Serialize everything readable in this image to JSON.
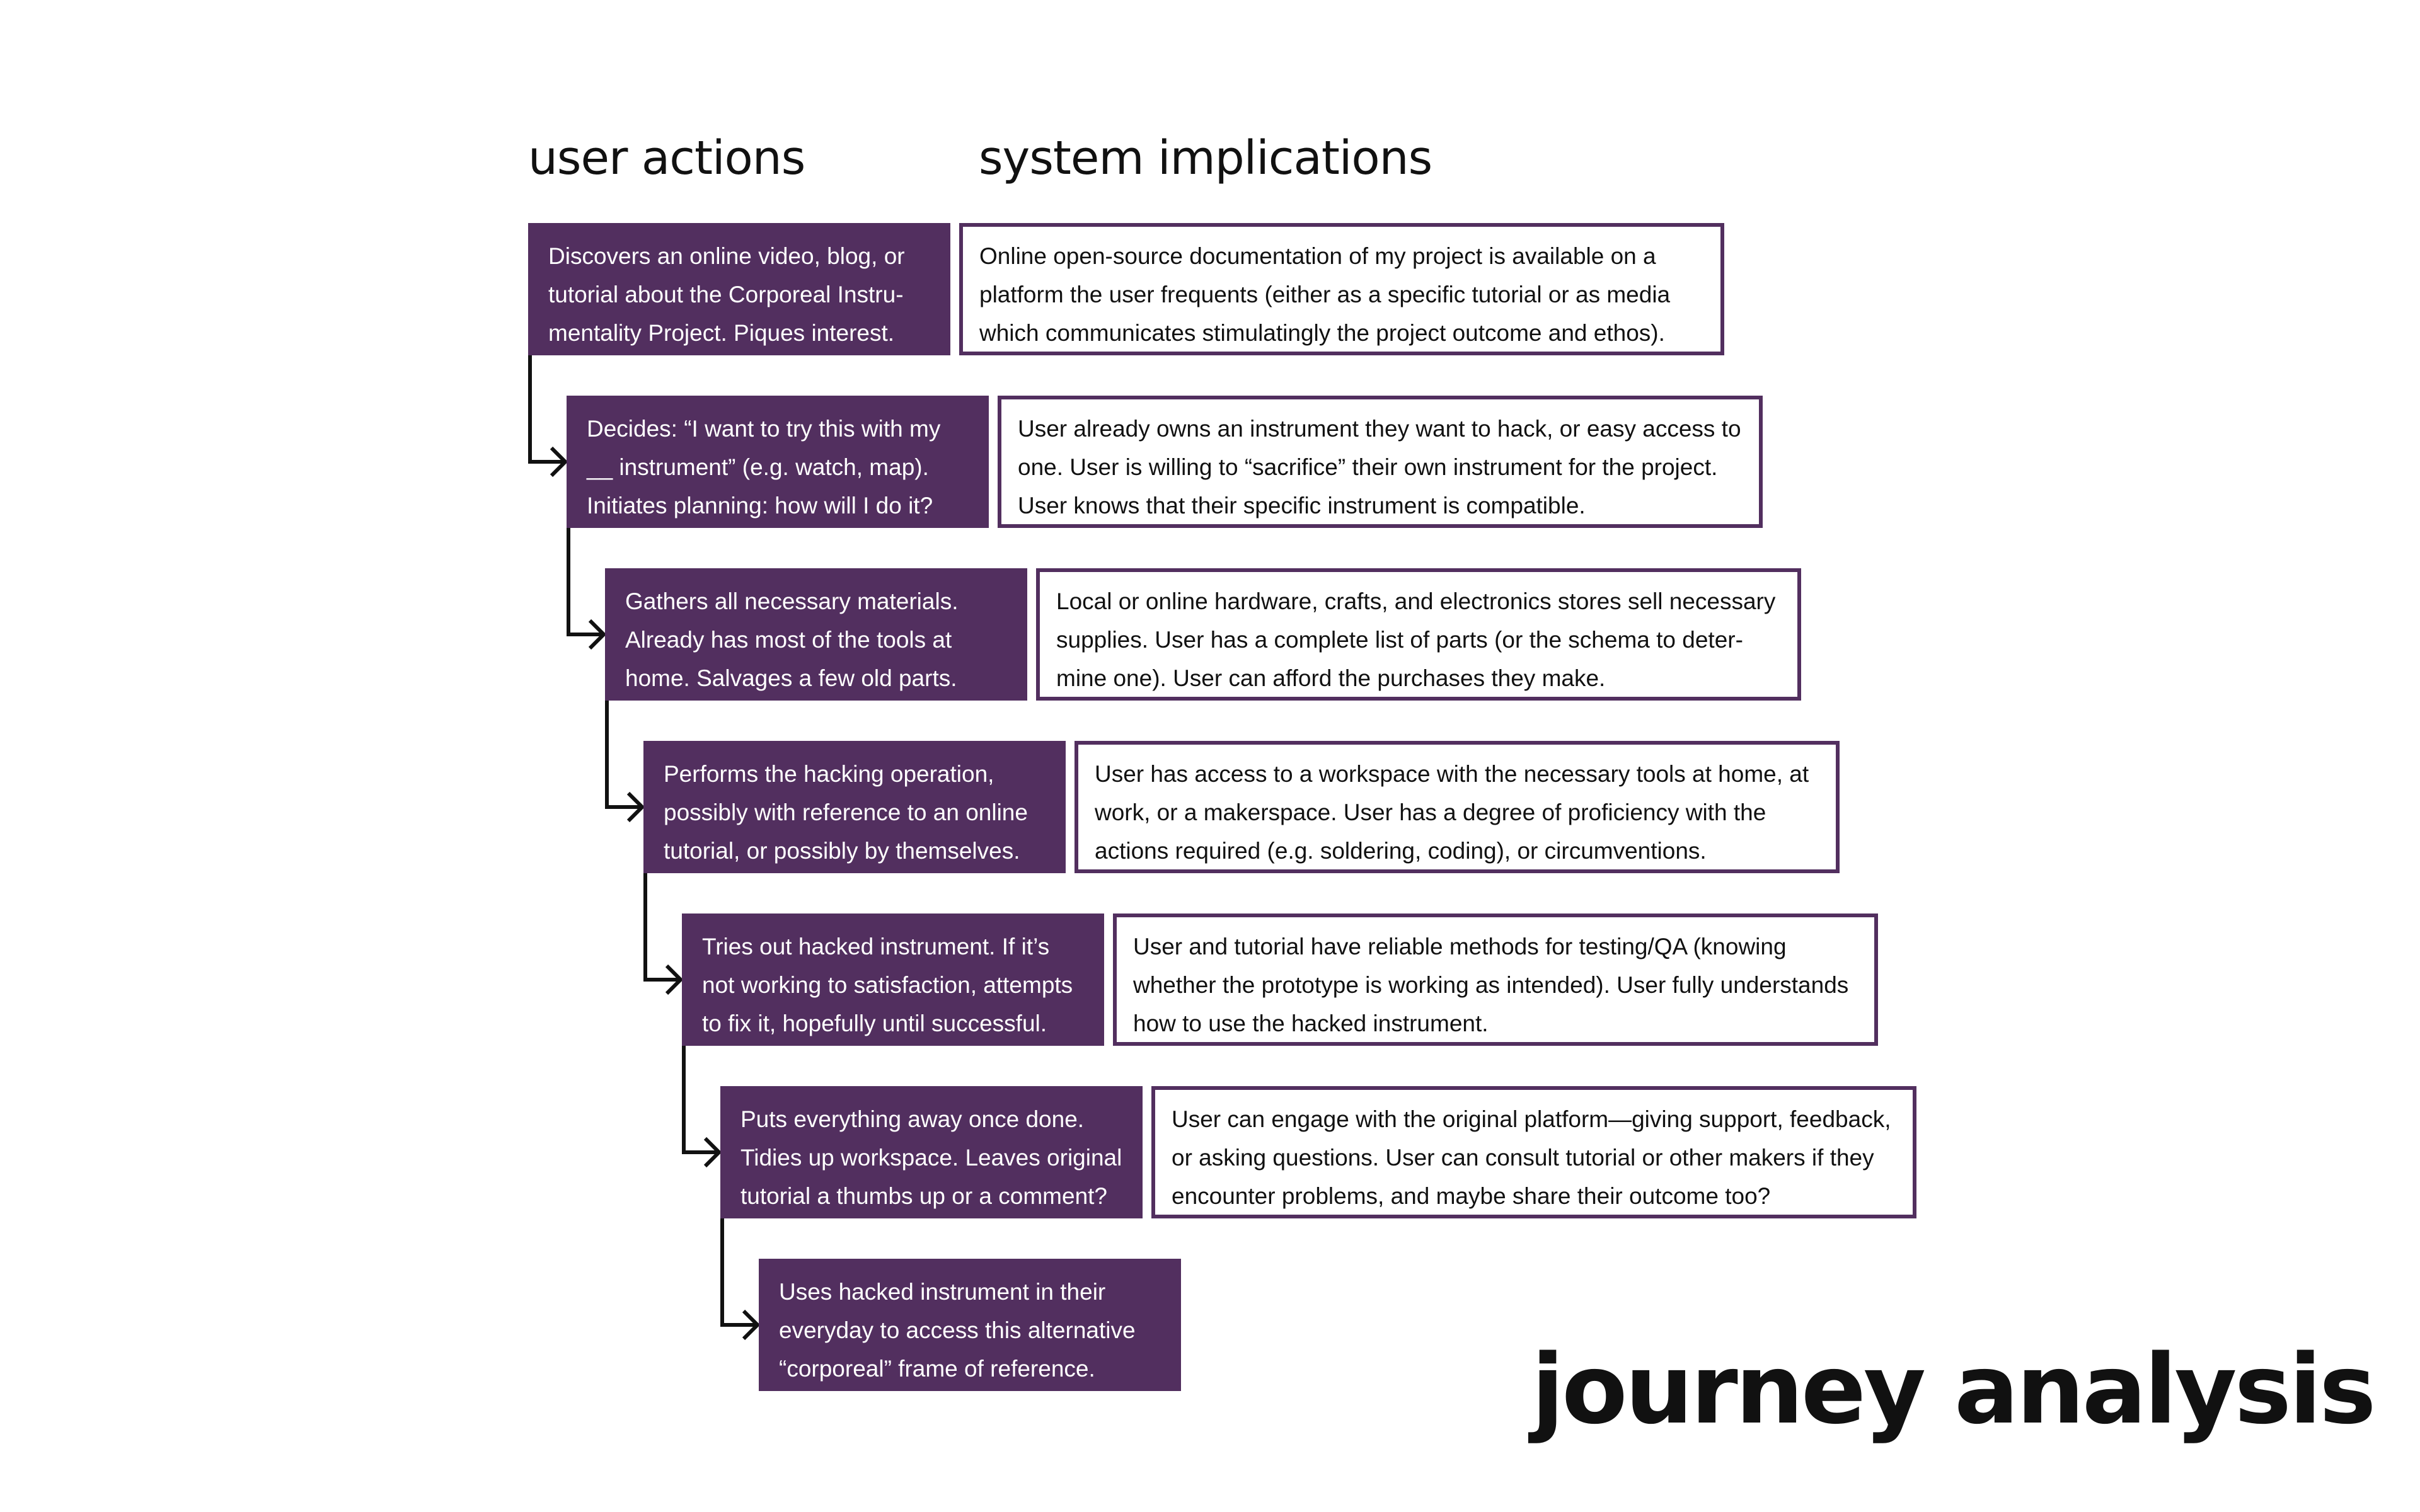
{
  "headings": {
    "user_actions": "user actions",
    "system_implications": "system implications"
  },
  "title": "journey analysis",
  "colors": {
    "accent": "#522f5f",
    "text": "#111111",
    "background": "#ffffff"
  },
  "steps": [
    {
      "action": [
        "Discovers an online video, blog, or",
        "tutorial about the Corporeal Instru-",
        "mentality Project. Piques interest."
      ],
      "implication": [
        "Online open-source documentation of my project is available on a",
        "platform the user frequents (either as a specific tutorial or as media",
        "which communicates stimulatingly the project outcome and ethos)."
      ]
    },
    {
      "action": [
        "Decides: “I want to try this with my",
        "__ instrument” (e.g. watch, map).",
        "Initiates planning: how will I do it?"
      ],
      "implication": [
        "User already owns an instrument they want to hack, or easy access to",
        "one. User is willing to “sacrifice” their own instrument for the project.",
        "User knows that their specific instrument is compatible."
      ]
    },
    {
      "action": [
        "Gathers all necessary materials.",
        "Already has most of the tools at",
        "home. Salvages a few old parts."
      ],
      "implication": [
        "Local or online hardware, crafts, and electronics stores sell necessary",
        "supplies. User has a complete list of parts (or the schema to deter-",
        "mine one). User can afford the purchases they make."
      ]
    },
    {
      "action": [
        "Performs the hacking operation,",
        "possibly with reference to an online",
        "tutorial, or possibly by themselves."
      ],
      "implication": [
        "User has access to a workspace with the necessary tools at home, at",
        "work, or a makerspace. User has a degree of proficiency with the",
        "actions required (e.g. soldering, coding), or circumventions."
      ]
    },
    {
      "action": [
        "Tries out hacked instrument. If it’s",
        "not working to satisfaction, attempts",
        "to fix it, hopefully until successful."
      ],
      "implication": [
        "User and tutorial have reliable methods for testing/QA (knowing",
        "whether the prototype is working as intended). User fully understands",
        "how to use the hacked instrument."
      ]
    },
    {
      "action": [
        "Puts everything away once done.",
        "Tidies up workspace. Leaves original",
        "tutorial a thumbs up or a comment?"
      ],
      "implication": [
        "User can engage with the original platform—giving support, feedback,",
        "or asking questions. User can consult tutorial or other makers if they",
        "encounter problems, and maybe share their outcome too?"
      ]
    },
    {
      "action": [
        "Uses hacked instrument in their",
        "everyday to access this alternative",
        "“corporeal” frame of reference."
      ],
      "implication": []
    }
  ]
}
